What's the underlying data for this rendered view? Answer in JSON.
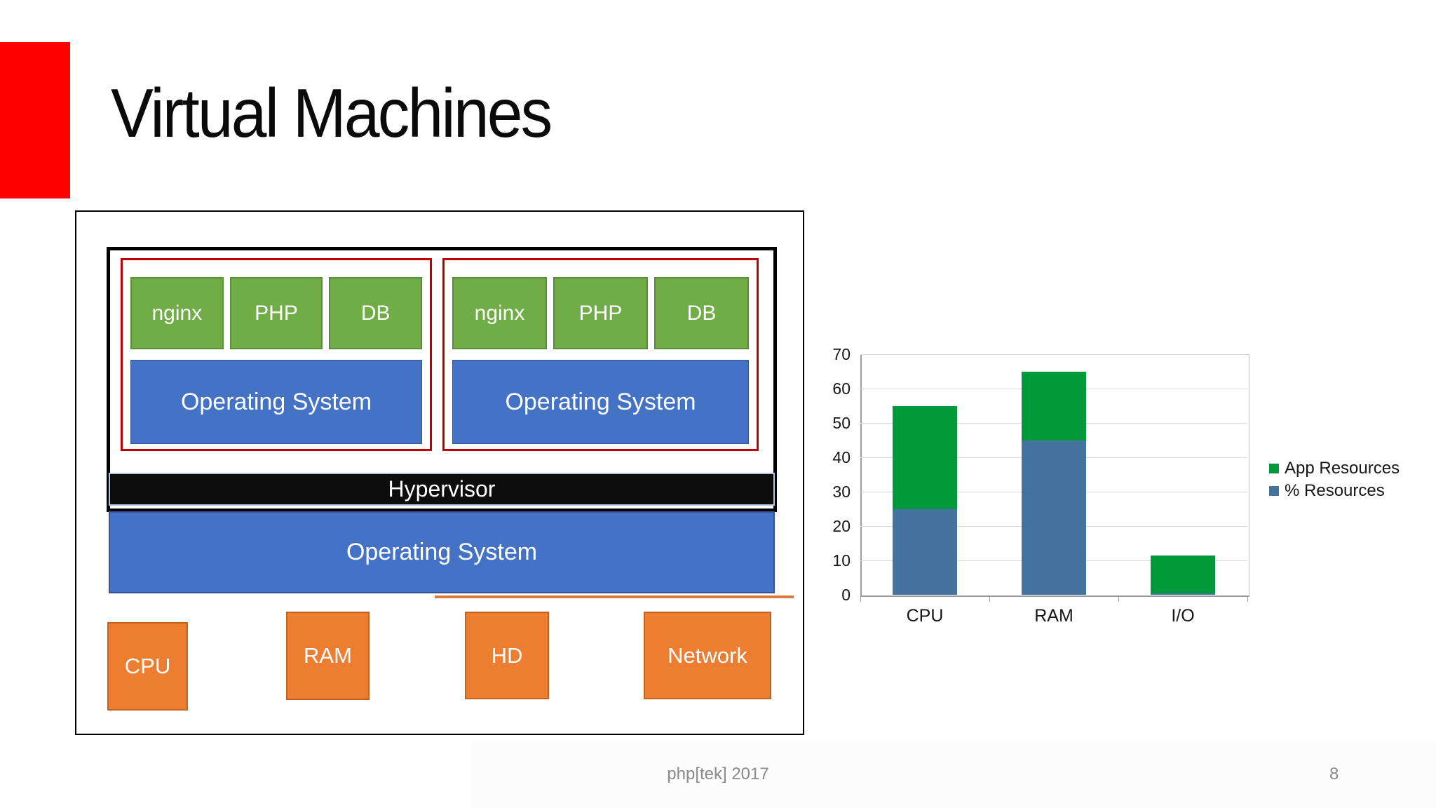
{
  "slide": {
    "title": "Virtual Machines",
    "footer": {
      "conference": "php[tek] 2017",
      "page_number": "8"
    }
  },
  "diagram": {
    "vms": [
      {
        "apps": [
          "nginx",
          "PHP",
          "DB"
        ],
        "os": "Operating System"
      },
      {
        "apps": [
          "nginx",
          "PHP",
          "DB"
        ],
        "os": "Operating System"
      }
    ],
    "hypervisor": "Hypervisor",
    "host_os": "Operating System",
    "hardware": [
      "CPU",
      "RAM",
      "HD",
      "Network"
    ]
  },
  "chart_data": {
    "type": "bar",
    "stacked": true,
    "title": "",
    "xlabel": "",
    "ylabel": "",
    "categories": [
      "CPU",
      "RAM",
      "I/O"
    ],
    "series": [
      {
        "name": "% Resources",
        "color": "#45739f",
        "values": [
          25,
          45,
          0.5
        ]
      },
      {
        "name": "App Resources",
        "color": "#00993a",
        "values": [
          30,
          20,
          11
        ]
      }
    ],
    "stack_totals": [
      55,
      65,
      11.5
    ],
    "ylim": [
      0,
      70
    ],
    "yticks": [
      0,
      10,
      20,
      30,
      40,
      50,
      60,
      70
    ],
    "grid": true,
    "legend_position": "right",
    "legend_order": [
      "App Resources",
      "% Resources"
    ]
  },
  "colors": {
    "accent_red": "#fe0000",
    "vm_border_red": "#c00000",
    "app_green": "#70ad47",
    "os_blue": "#4472c4",
    "hardware_orange": "#ed7d31",
    "hypervisor_black": "#0d0d0d",
    "chart_green": "#00993a",
    "chart_blue": "#45739f",
    "footer_gray": "#8a8a8a"
  }
}
